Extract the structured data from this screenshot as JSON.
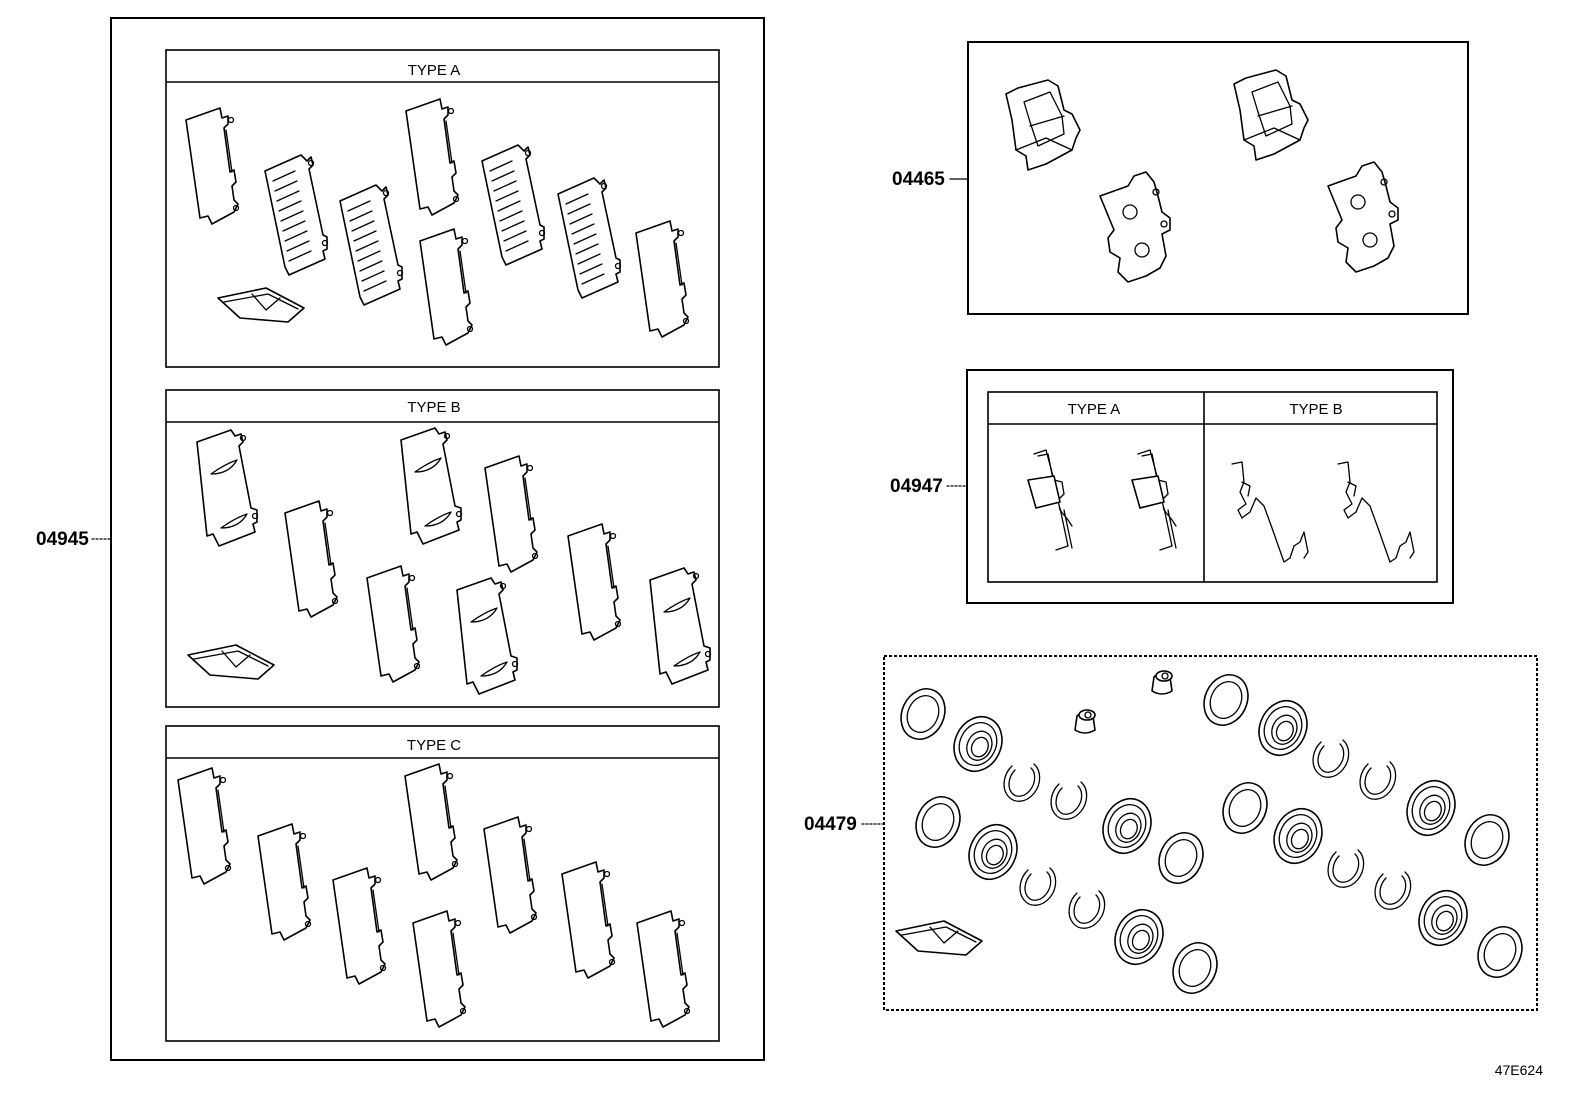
{
  "callouts": {
    "kit_04945": "04945",
    "pads_04465": "04465",
    "springs_04947": "04947",
    "seal_kit_04479": "04479"
  },
  "kit_04945": {
    "type_a_label": "TYPE A",
    "type_b_label": "TYPE B",
    "type_c_label": "TYPE C"
  },
  "springs_04947": {
    "type_a_label": "TYPE A",
    "type_b_label": "TYPE B"
  },
  "diagram_code": "47E624"
}
